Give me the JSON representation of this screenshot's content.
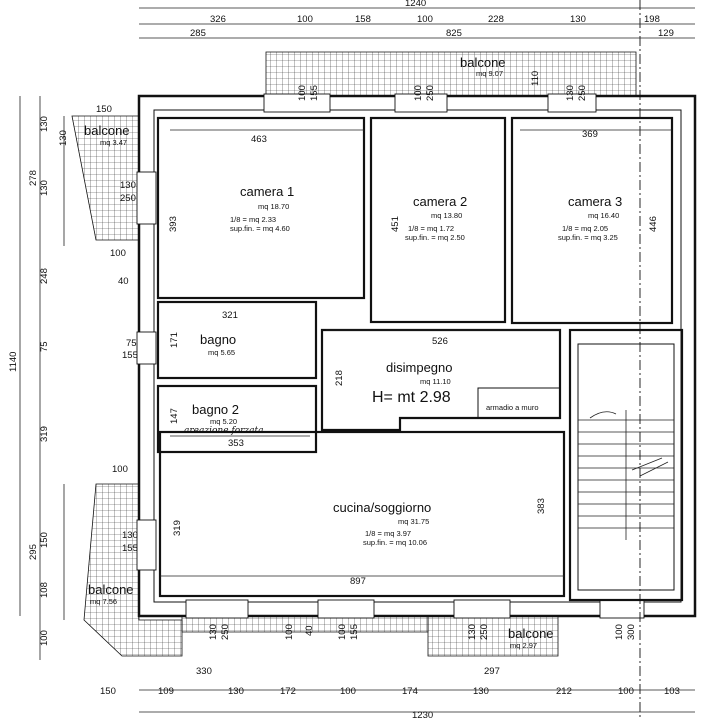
{
  "rooms": {
    "camera1": {
      "name": "camera 1",
      "area": "mq 18.70",
      "ratio": "1/8 = mq 2.33",
      "window": "sup.fin. = mq 4.60"
    },
    "camera2": {
      "name": "camera 2",
      "area": "mq 13.80",
      "ratio": "1/8 = mq 1.72",
      "window": "sup.fin. = mq 2.50"
    },
    "camera3": {
      "name": "camera 3",
      "area": "mq 16.40",
      "ratio": "1/8 = mq 2.05",
      "window": "sup.fin. = mq 3.25"
    },
    "bagno": {
      "name": "bagno",
      "area": "mq 5.65"
    },
    "bagno2": {
      "name": "bagno 2",
      "area": "mq 5.20",
      "note": "areazione forzata"
    },
    "disimpegno": {
      "name": "disimpegno",
      "area": "mq 11.10",
      "height": "H= mt 2.98",
      "closet": "armadio a muro"
    },
    "cucina": {
      "name": "cucina/soggiorno",
      "area": "mq 31.75",
      "ratio": "1/8 = mq 3.97",
      "window": "sup.fin. = mq 10.06"
    },
    "balcone_top": {
      "name": "balcone",
      "area": "mq 9.07"
    },
    "balcone_tl": {
      "name": "balcone",
      "area": "mq 3.47"
    },
    "balcone_bl": {
      "name": "balcone",
      "area": "mq 7.56"
    },
    "balcone_br": {
      "name": "balcone",
      "area": "mq 2.97"
    }
  },
  "dims": {
    "overall_top": "1240",
    "overall_bottom": "1230",
    "overall_left": "1140",
    "top_row1": [
      "326",
      "100",
      "158",
      "100",
      "228",
      "130",
      "198"
    ],
    "top_row2": [
      "285",
      "825",
      "129"
    ],
    "bottom_row1": [
      "330",
      "297"
    ],
    "bottom_row2": [
      "150",
      "109",
      "130",
      "172",
      "100",
      "174",
      "130",
      "212",
      "100",
      "103"
    ],
    "left_outer": [
      "130",
      "278",
      "248",
      "75",
      "319",
      "295",
      "108",
      "100"
    ],
    "left_inner": [
      "130",
      "150"
    ],
    "misc": {
      "bal_tl_w": "150",
      "bal_tl_h": "130",
      "win_tl_h": "130",
      "win_tl_w": "250",
      "c1_w": "463",
      "c1_h": "393",
      "c2_h": "451",
      "c3_w": "369",
      "c3_h": "446",
      "b_w": "321",
      "b_h": "171",
      "dis_w": "526",
      "dis_h": "218",
      "b2_h": "147",
      "b2_w": "353",
      "k_h": "319",
      "k_w": "897",
      "k_h2": "383",
      "l100a": "100",
      "l40": "40",
      "l75": "75",
      "l155": "155",
      "l100b": "100",
      "l130b": "130",
      "l155b": "155",
      "w_top1a": "100",
      "w_top1b": "155",
      "w_top2a": "100",
      "w_top2b": "250",
      "w_top3a": "130",
      "w_top3b": "250",
      "top_110": "110",
      "w_bot1a": "130",
      "w_bot1b": "250",
      "w_bot2a": "100",
      "w_bot2b": "40",
      "w_bot3a": "100",
      "w_bot3b": "155",
      "w_bot4a": "130",
      "w_bot4b": "250",
      "w_bot5a": "100",
      "w_bot5b": "300"
    }
  }
}
